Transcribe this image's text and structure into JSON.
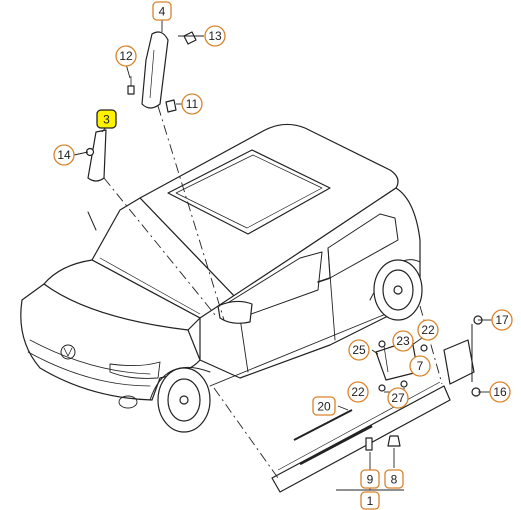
{
  "diagram": {
    "callouts": [
      {
        "id": "c4",
        "label": "4"
      },
      {
        "id": "c13",
        "label": "13"
      },
      {
        "id": "c12",
        "label": "12"
      },
      {
        "id": "c11",
        "label": "11"
      },
      {
        "id": "c3",
        "label": "3"
      },
      {
        "id": "c14",
        "label": "14"
      },
      {
        "id": "c22a",
        "label": "22"
      },
      {
        "id": "c23",
        "label": "23"
      },
      {
        "id": "c25",
        "label": "25"
      },
      {
        "id": "c7",
        "label": "7"
      },
      {
        "id": "c17",
        "label": "17"
      },
      {
        "id": "c22b",
        "label": "22"
      },
      {
        "id": "c27",
        "label": "27"
      },
      {
        "id": "c16",
        "label": "16"
      },
      {
        "id": "c20",
        "label": "20"
      },
      {
        "id": "c9",
        "label": "9"
      },
      {
        "id": "c8",
        "label": "8"
      },
      {
        "id": "c1",
        "label": "1"
      }
    ],
    "colors": {
      "callout_stroke": "#d9822b",
      "highlight_fill": "#fff200",
      "line": "#222222",
      "car_fill": "#ffffff"
    }
  }
}
